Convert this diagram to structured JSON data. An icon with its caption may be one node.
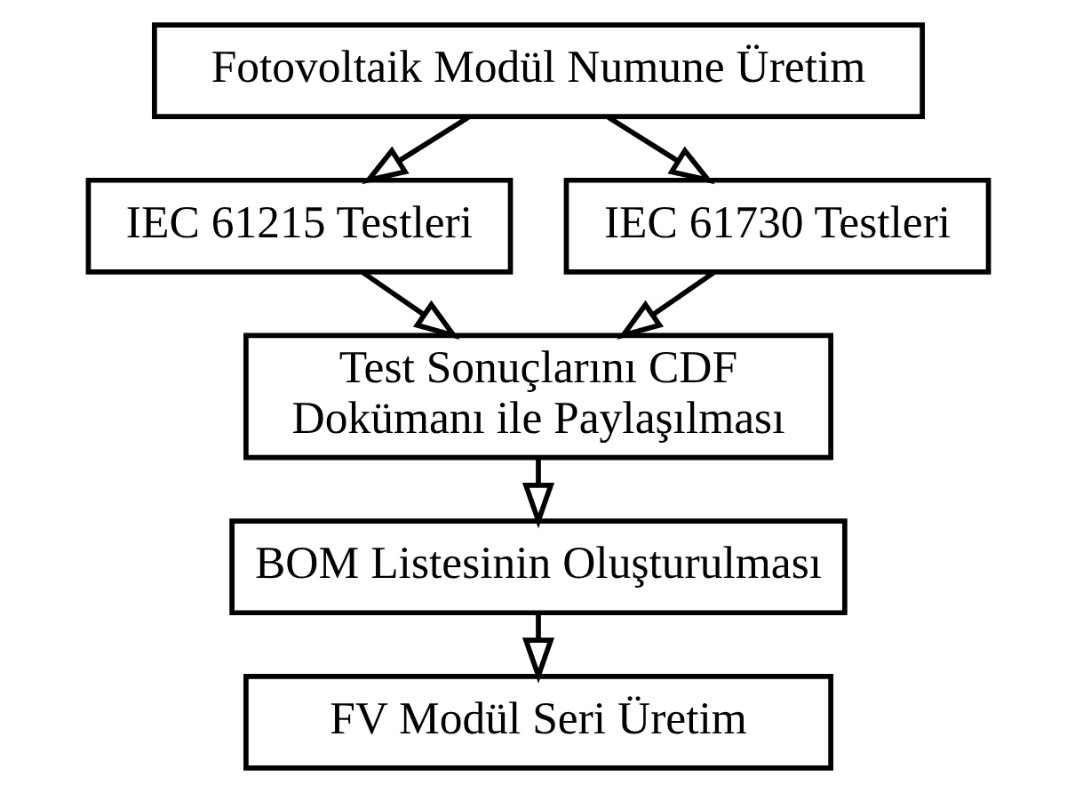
{
  "diagram": {
    "nodes": [
      {
        "text": [
          "Fotovoltaik Modül Numune Üretim"
        ]
      },
      {
        "text": [
          "IEC 61215 Testleri"
        ]
      },
      {
        "text": [
          "IEC 61730 Testleri"
        ]
      },
      {
        "text": [
          "Test Sonuçlarını CDF Dokümanı ile Paylaşılması"
        ]
      },
      {
        "text": [
          "BOM Listesinin Oluşturulması"
        ]
      },
      {
        "text": [
          "FV Modül Seri Üretim"
        ]
      }
    ],
    "edges": [
      {
        "from": 0,
        "to": 1,
        "arrow": "to"
      },
      {
        "from": 0,
        "to": 2,
        "arrow": "to"
      },
      {
        "from": 1,
        "to": 3,
        "arrow": "to"
      },
      {
        "from": 2,
        "to": 3,
        "arrow": "to"
      },
      {
        "from": 3,
        "to": 4,
        "arrow": "to"
      },
      {
        "from": 4,
        "to": 5,
        "arrow": "to"
      }
    ]
  }
}
